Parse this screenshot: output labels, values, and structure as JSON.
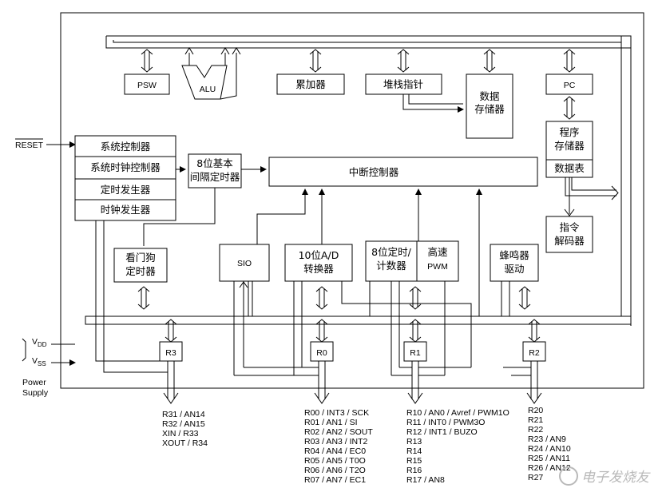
{
  "control": {
    "reset_label": "RESET"
  },
  "power": {
    "vdd_label": "V",
    "vdd_sub": "DD",
    "vss_label": "V",
    "vss_sub": "SS",
    "supply_line1": "Power",
    "supply_line2": "Supply"
  },
  "blocks": {
    "psw": "PSW",
    "alu": "ALU",
    "accumulator": "累加器",
    "stack_pointer": "堆栈指针",
    "data_memory_line1": "数据",
    "data_memory_line2": "存储器",
    "pc": "PC",
    "program_memory_line1": "程序",
    "program_memory_line2": "存储器",
    "data_table": "数据表",
    "instruction_decoder_line1": "指令",
    "instruction_decoder_line2": "解码器",
    "system_controller": "系统控制器",
    "system_clock_controller": "系统时钟控制器",
    "timing_generator": "定时发生器",
    "clock_generator": "时钟发生器",
    "basic_timer_line1": "8位基本",
    "basic_timer_line2": "间隔定时器",
    "interrupt_controller": "中断控制器",
    "watchdog_line1": "看门狗",
    "watchdog_line2": "定时器",
    "sio": "SIO",
    "adc_line1": "10位A/D",
    "adc_line2": "转换器",
    "timer_line1": "8位定时/",
    "timer_line2": "计数器",
    "pwm_line1": "高速",
    "pwm_line2": "PWM",
    "buzzer_line1": "蜂鸣器",
    "buzzer_line2": "驱动",
    "port_r3": "R3",
    "port_r0": "R0",
    "port_r1": "R1",
    "port_r2": "R2"
  },
  "pins": {
    "r3": [
      "R31 / AN14",
      "R32 / AN15",
      "XIN / R33",
      "XOUT / R34"
    ],
    "r0": [
      "R00 / INT3 / SCK",
      "R01 / AN1 / SI",
      "R02 / AN2 / SOUT",
      "R03 / AN3 / INT2",
      "R04 / AN4 / EC0",
      "R05 / AN5 / T0O",
      "R06 / AN6 / T2O",
      "R07 / AN7 / EC1"
    ],
    "r1": [
      "R10 / AN0 / Avref / PWM1O",
      "R11 / INT0 / PWM3O",
      "R12 / INT1 / BUZO",
      "R13",
      "R14",
      "R15",
      "R16",
      "R17 / AN8"
    ],
    "r2": [
      "R20",
      "R21",
      "R22",
      "R23 / AN9",
      "R24 / AN10",
      "R25 / AN11",
      "R26 / AN12",
      "R27"
    ]
  },
  "watermark": "电子发烧友",
  "colors": {
    "line": "#000000",
    "background": "#ffffff",
    "watermark": "#b9b9b9"
  }
}
